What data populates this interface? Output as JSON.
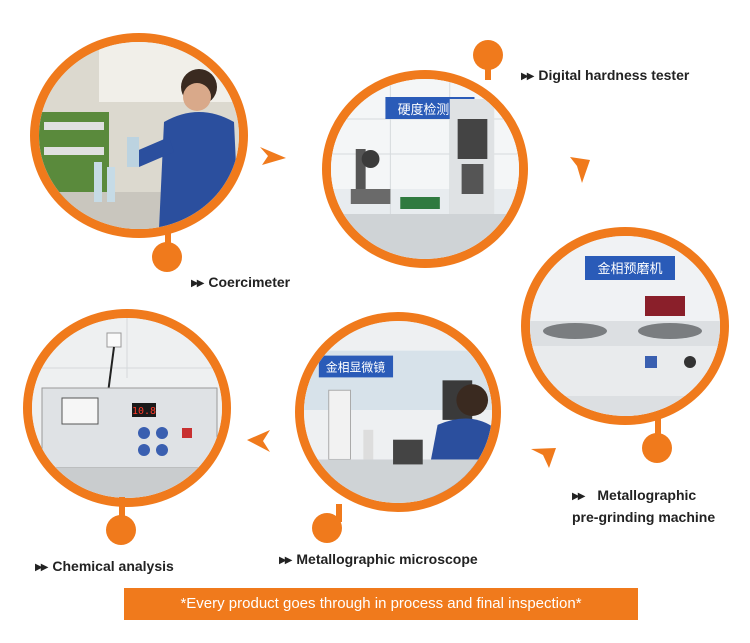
{
  "stations": [
    {
      "id": "chemical-analysis-top",
      "label": "Coercimeter"
    },
    {
      "id": "hardness",
      "label": "Digital hardness tester"
    },
    {
      "id": "pregrinding",
      "label_line1": "Metallographic",
      "label_line2": "pre-grinding machine"
    },
    {
      "id": "microscope",
      "label": "Metallographic microscope"
    },
    {
      "id": "coercimeter",
      "label": "Chemical analysis"
    }
  ],
  "signs": {
    "hardness": "硬度检测台",
    "pregrinding": "金相预磨机",
    "microscope": "金相显微镜"
  },
  "device_readout": "10.8",
  "banner": "*Every product goes through in process and final inspection*",
  "colors": {
    "accent": "#f07a1c",
    "text": "#222222"
  }
}
